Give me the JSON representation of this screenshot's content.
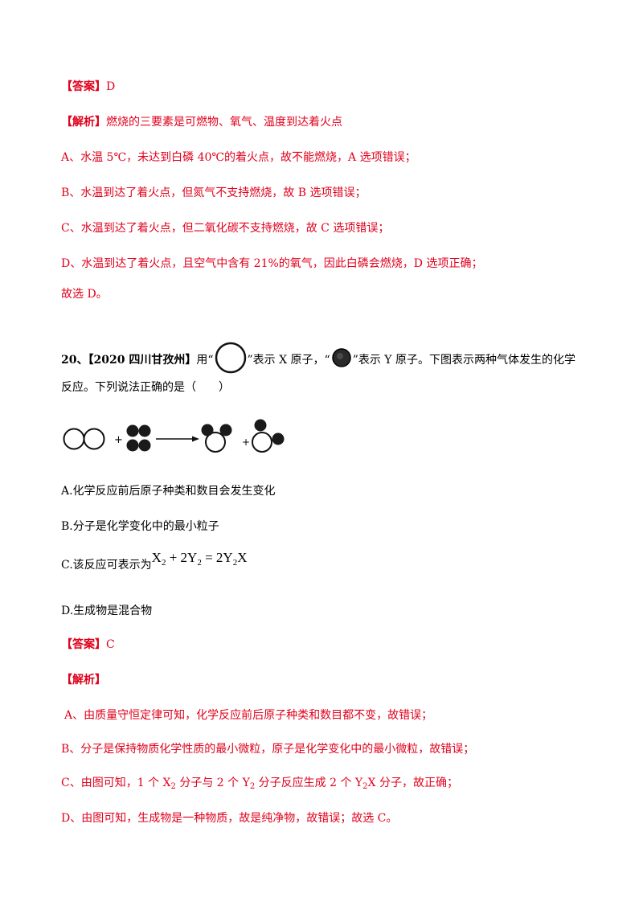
{
  "q19": {
    "answer_tag": "【答案】",
    "answer_value": "D",
    "analysis_tag": "【解析】",
    "analysis_intro": "燃烧的三要素是可燃物、氧气、温度到达着火点",
    "lines": [
      "A、水温 5℃，未达到白磷 40℃的着火点，故不能燃烧，A 选项错误；",
      "B、水温到达了着火点，但氮气不支持燃烧，故 B 选项错误；",
      "C、水温到达了着火点，但二氧化碳不支持燃烧，故 C 选项错误；",
      "D、水温到达了着火点，且空气中含有 21%的氧气，因此白磷会燃烧，D 选项正确；",
      "故选 D。"
    ]
  },
  "q20": {
    "number": "20、",
    "source": "【2020 四川甘孜州】",
    "stem_part1": "用“",
    "stem_part2": "”表示 X 原子，“",
    "stem_part3": "”表示 Y 原子。下图表示两种气体发生的化学",
    "stem_line2": "反应。下列说法正确的是（　　）",
    "options": {
      "a": "A.化学反应前后原子种类和数目会发生变化",
      "b": "B.分子是化学变化中的最小粒子",
      "c_prefix": "C.该反应可表示为",
      "d": "D.生成物是混合物"
    },
    "equation": {
      "x": "X",
      "s2": "2",
      "plus": " + 2Y",
      "eq": " = 2Y",
      "end": "X"
    },
    "answer_tag": "【答案】",
    "answer_value": "C",
    "analysis_tag": "【解析】",
    "explanations": {
      "a": "A、由质量守恒定律可知，化学反应前后原子种类和数目都不变，故错误；",
      "b": "B、分子是保持物质化学性质的最小微粒，原子是化学变化中的最小微粒，故错误；",
      "c1": "C、由图可知，1 个 X",
      "c_s1": "2",
      "c2": " 分子与 2 个 Y",
      "c_s2": "2",
      "c3": " 分子反应生成 2 个 Y",
      "c_s3": "2",
      "c4": "X 分子，故正确；",
      "d": "D、由图可知，生成物是一种物质，故是纯净物，故错误；故选 C。"
    }
  },
  "colors": {
    "accent_red": "#e0001b",
    "text": "#000000"
  }
}
